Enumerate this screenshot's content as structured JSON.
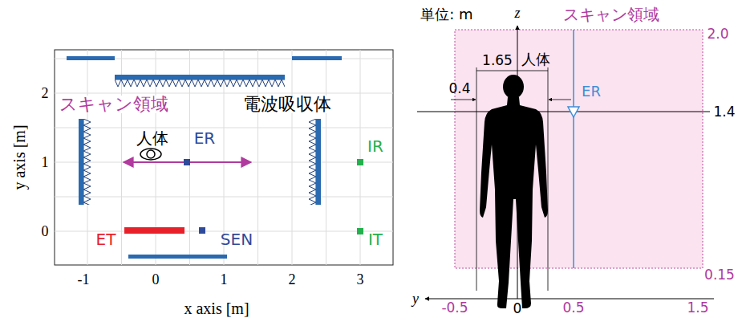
{
  "diagram": {
    "labels": [
      "スキャン領域",
      "電波吸収体",
      "人体",
      "ER",
      "IR",
      "IT",
      "ET",
      "SEN",
      "-1",
      "0",
      "1",
      "2",
      "3",
      "0",
      "1",
      "2",
      "x axis [m]",
      "y axis [m]",
      "単位: m",
      "z",
      "y",
      "スキャン領域",
      "2.0",
      "1.65",
      "人体",
      "0.4",
      "ER",
      "1.4",
      "0.15",
      "-0.5",
      "0",
      "0.5",
      "1.5"
    ]
  }
}
